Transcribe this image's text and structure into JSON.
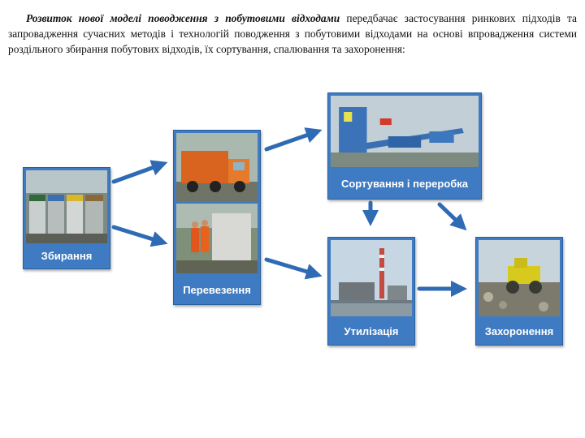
{
  "intro": {
    "bold": "Розвиток нової моделі поводження з побутовими відходами",
    "rest": " передбачає застосування ринкових підходів та запровадження сучасних методів і технологій поводження з побутовими відходами на основі впровадження системи роздільного збирання побутових відходів, їх сортування, спалювання та захоронення:"
  },
  "cards": {
    "collection": "Збирання",
    "transport": "Перевезення",
    "sorting": "Сортування і переробка",
    "utilization": "Утилізація",
    "burial": "Захоронення"
  },
  "colors": {
    "card": "#3f7bc2",
    "arrow": "#2f6bb5"
  }
}
